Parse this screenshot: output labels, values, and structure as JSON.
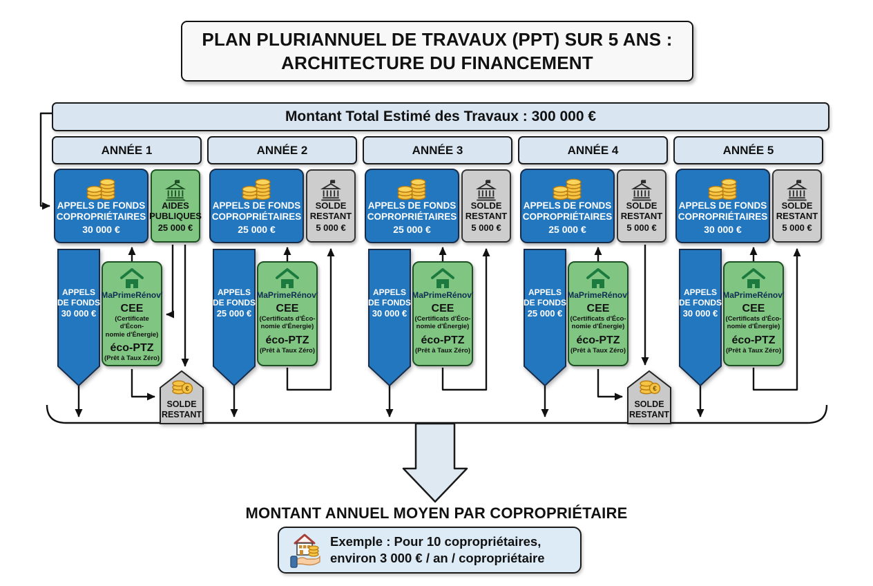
{
  "title": {
    "line1": "PLAN PLURIANNUEL DE TRAVAUX (PPT) SUR 5 ANS :",
    "line2": "ARCHITECTURE DU FINANCEMENT"
  },
  "banner": {
    "text": "Montant Total Estimé des Travaux : 300 000 €"
  },
  "years": [
    {
      "header": "ANNÉE 1",
      "funds_box": {
        "label1": "APPELS DE FONDS",
        "label2": "COPROPRIÉTAIRES",
        "amount": "30 000 €"
      },
      "side_box": {
        "type": "aides",
        "label1": "AIDES",
        "label2": "PUBLIQUES",
        "amount": "25 000 €"
      },
      "arrow": {
        "label1": "APPELS",
        "label2": "DE FONDS",
        "amount": "30 000 €"
      },
      "aid_box": {
        "title": "MaPrimeRénov'",
        "cee": "CEE",
        "cee_sub1": "(Certificate d'Écon-",
        "cee_sub2": "nomie d'Énergie)",
        "ptz": "éco-PTZ",
        "ptz_sub": "(Prêt à Taux Zéro)"
      }
    },
    {
      "header": "ANNÉE 2",
      "funds_box": {
        "label1": "APPELS DE FONDS",
        "label2": "COPROPRIÉTAIRES",
        "amount": "25 000 €"
      },
      "side_box": {
        "type": "solde",
        "label1": "SOLDE",
        "label2": "RESTANT",
        "amount": "5 000 €"
      },
      "arrow": {
        "label1": "APPELS",
        "label2": "DE FONDS",
        "amount": "25 000 €"
      },
      "aid_box": {
        "title": "MaPrimeRénov'",
        "cee": "CEE",
        "cee_sub1": "(Certificats d'Éco-",
        "cee_sub2": "nomie d'Énergie)",
        "ptz": "éco-PTZ",
        "ptz_sub": "(Prêt à Taux Zéro)"
      }
    },
    {
      "header": "ANNÉE 3",
      "funds_box": {
        "label1": "APPELS DE FONDS",
        "label2": "COPROPRIÉTAIRES",
        "amount": "25 000 €"
      },
      "side_box": {
        "type": "solde",
        "label1": "SOLDE",
        "label2": "RESTANT",
        "amount": "5 000 €"
      },
      "arrow": {
        "label1": "APPELS",
        "label2": "DE FONDS",
        "amount": "30 000 €"
      },
      "aid_box": {
        "title": "MaPrimeRénov'",
        "cee": "CEE",
        "cee_sub1": "(Certificats d'Éco-",
        "cee_sub2": "nomie d'Énergie)",
        "ptz": "éco-PTZ",
        "ptz_sub": "(Prêt à Taux Zéro)"
      }
    },
    {
      "header": "ANNÉE 4",
      "funds_box": {
        "label1": "APPELS DE FONDS",
        "label2": "COPROPRIÉTAIRES",
        "amount": "25 000 €"
      },
      "side_box": {
        "type": "solde",
        "label1": "SOLDE",
        "label2": "RESTANT",
        "amount": "5 000 €"
      },
      "arrow": {
        "label1": "APPELS",
        "label2": "DE FONDS",
        "amount": "25 000 €"
      },
      "aid_box": {
        "title": "MaPrimeRénov'",
        "cee": "CEE",
        "cee_sub1": "(Certificats d'Éco-",
        "cee_sub2": "nomie d'Énergie)",
        "ptz": "éco-PTZ",
        "ptz_sub": "(Prêt à Taux Zéro)"
      }
    },
    {
      "header": "ANNÉE 5",
      "funds_box": {
        "label1": "APPELS DE FONDS",
        "label2": "COPROPRIÉTAIRES",
        "amount": "30 000 €"
      },
      "side_box": {
        "type": "solde",
        "label1": "SOLDE",
        "label2": "RESTANT",
        "amount": "5 000 €"
      },
      "arrow": {
        "label1": "APPELS",
        "label2": "DE FONDS",
        "amount": "30 000 €"
      },
      "aid_box": {
        "title": "MaPrimeRénov'",
        "cee": "CEE",
        "cee_sub1": "(Certificats d'Éco-",
        "cee_sub2": "nomie d'Énergie)",
        "ptz": "éco-PTZ",
        "ptz_sub": "(Prêt à Taux Zéro)"
      }
    }
  ],
  "badges": [
    {
      "line1": "SOLDE",
      "line2": "RESTANT"
    },
    {
      "line1": "SOLDE",
      "line2": "RESTANT"
    }
  ],
  "bottom": {
    "heading": "MONTANT ANNUEL MOYEN PAR COPROPRIÉTAIRE",
    "example_line1": "Exemple : Pour 10 copropriétaires,",
    "example_line2": "environ 3 000 € / an / copropriétaire"
  },
  "colors": {
    "box-blue": "#2277bf",
    "box-blue-border": "#182c49",
    "box-green": "#80c682",
    "box-green-border": "#1d5022",
    "box-gray": "#cdcdcd",
    "panel-blue": "#d9e6f2",
    "coin-gold": "#f6c445",
    "coin-outline": "#b97c10",
    "arrow-fill": "#dfe9f2",
    "line-color": "#111111"
  }
}
